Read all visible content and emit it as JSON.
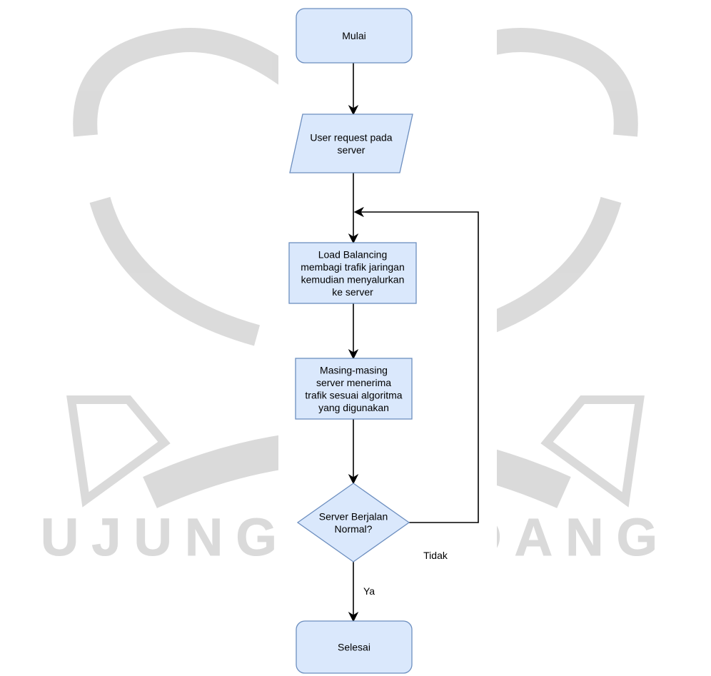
{
  "colors": {
    "node_fill": "#dae8fc",
    "node_stroke": "#6c8ebf",
    "edge": "#000000",
    "text": "#000000",
    "watermark": "#bdbdbd",
    "page_band": "#ffffff"
  },
  "watermark": {
    "text": "UJUNG PANDANG",
    "icon": "university-seal-icon"
  },
  "nodes": [
    {
      "id": "start",
      "shape": "rounded-rect",
      "lines": [
        "Mulai"
      ]
    },
    {
      "id": "input",
      "shape": "parallelogram",
      "lines": [
        "User request pada",
        "server"
      ]
    },
    {
      "id": "balance",
      "shape": "rect",
      "lines": [
        "Load Balancing",
        "membagi trafik jaringan",
        "kemudian menyalurkan",
        "ke server"
      ]
    },
    {
      "id": "receive",
      "shape": "rect",
      "lines": [
        "Masing-masing",
        "server menerima",
        "trafik sesuai algoritma",
        "yang digunakan"
      ]
    },
    {
      "id": "decision",
      "shape": "diamond",
      "lines": [
        "Server Berjalan",
        "Normal?"
      ]
    },
    {
      "id": "end",
      "shape": "rounded-rect",
      "lines": [
        "Selesai"
      ]
    }
  ],
  "edges": [
    {
      "from": "start",
      "to": "input",
      "label": ""
    },
    {
      "from": "input",
      "to": "balance",
      "label": ""
    },
    {
      "from": "balance",
      "to": "receive",
      "label": ""
    },
    {
      "from": "receive",
      "to": "decision",
      "label": ""
    },
    {
      "from": "decision",
      "to": "balance",
      "label": "Tidak"
    },
    {
      "from": "decision",
      "to": "end",
      "label": "Ya"
    }
  ]
}
